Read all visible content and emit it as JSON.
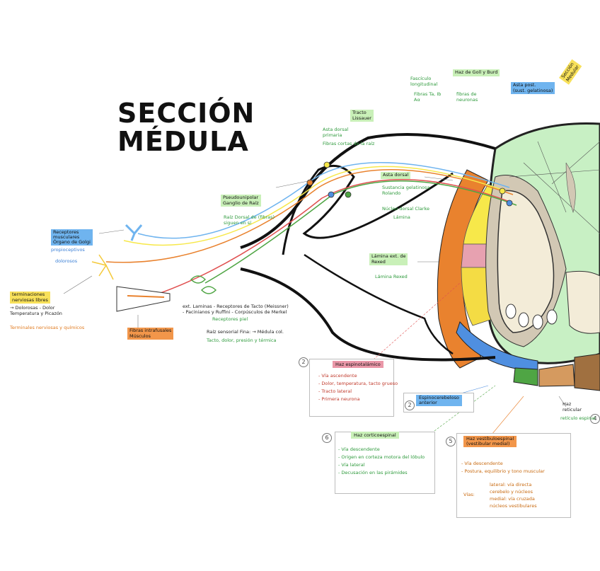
{
  "title": {
    "line1": "SECCIÓN",
    "line2": "MÉDULA"
  },
  "colors": {
    "white_matter": "#c8f0c4",
    "posterior_horn": "#f3ecd8",
    "gray_band": "#d2c8b4",
    "orange_tract": "#e9822e",
    "yellow_tract": "#f7e84a",
    "pink_tract": "#e7a1b0",
    "blue_tract": "#4f8fe0",
    "green_tract": "#4fa544",
    "brown_tract": "#a07040",
    "tan_tract": "#d59a5f",
    "label_blue": "#6fb4ef",
    "label_yellow": "#f8e15a",
    "label_orange": "#f2964a",
    "label_green": "#c9f0b8",
    "label_pink": "#ea97a8"
  },
  "left_labels": {
    "receptor_blue": [
      "Receptores",
      "musculares",
      "Órgano de Golgi"
    ],
    "receptor_blue_sub": "propioceptivos",
    "receptor_blue_sub2": "dolorosos",
    "receptor_yellow": [
      "terminaciones",
      "nerviosas libres"
    ],
    "receptor_yellow_sub": [
      "→ Dolorosas - Dolor",
      "Temperatura y Picazón"
    ],
    "receptor_yellow_sub2": "Terminales nerviosas y químicos",
    "muscle_tag": [
      "Fibras intrafusales",
      "Músculos"
    ],
    "ganglion_tag": [
      "Pseudounipolar",
      "Ganglio de Raíz"
    ],
    "ganglion_sub": [
      "Raíz Dorsal de (fibras)",
      "siguen en sí"
    ],
    "tactile": [
      "ext. Laminas - Receptores de Tacto (Meissner)",
      "- Pacinianos y Ruffini - Corpúsculos de Merkel"
    ],
    "tactile_sub": "Receptores piel",
    "tactile2": "Raíz sensorial Fina: → Médula col.",
    "tactile2_sub": "Tacto, dolor, presión y térmica"
  },
  "top_labels": {
    "fasciculo": [
      "Fascículo",
      "longitudinal"
    ],
    "fasciculo_sub": [
      "Fibras Ta, Ib",
      "Aα"
    ],
    "fasc_box": "Haz de Goll y Burd",
    "red_cells": [
      "fibras de",
      "neuronas"
    ],
    "box_blue_top": [
      "Asta post.",
      "(sust. gelatinosa)"
    ],
    "box_yellow_top": [
      "Sección",
      "Medular"
    ],
    "lat_note": [
      "Tracto",
      "Lissauer"
    ]
  },
  "mid_labels": {
    "root_desc": [
      "Asta dorsal",
      "primaria"
    ],
    "root_sub": "Fibras cortas de la raíz",
    "asta_box": "Asta dorsal",
    "asta_sub": [
      "Sustancia gelatinosa",
      "Rolando"
    ],
    "asta_sub2": "Núcleo dorsal Clarke",
    "asta_sub3": "Lámina",
    "lateral_box": [
      "Lámina ext. de",
      "Rexed"
    ],
    "lateral_sub": "Lámina Rexed"
  },
  "boxes": {
    "box2": {
      "num": "2",
      "title": "Haz espinotalámico",
      "items": [
        "- Vía ascendente",
        "- Dolor, temperatura, tacto grueso",
        "- Tracto lateral",
        "- Primera neurona"
      ]
    },
    "box2b": {
      "num": "2",
      "title": [
        "Espinocerebeloso",
        "anterior"
      ]
    },
    "box6": {
      "num": "6",
      "title": "Haz corticoespinal",
      "items": [
        "- Vía descendente",
        "- Origen en corteza motora del lóbulo",
        "- Vía lateral",
        "- Decusación en las pirámides"
      ]
    },
    "box5": {
      "num": "5",
      "title": [
        "Haz vestíbuloespinal",
        "(vestibular medial)"
      ],
      "items": [
        "- Vía descendente",
        "- Postura, equilibrio y tono muscular"
      ],
      "sub_left": "Vías:",
      "sub_items": [
        "lateral: vía directa",
        "cerebelo y núcleos",
        "medial: vía cruzada",
        "núcleos vestibulares"
      ]
    },
    "box4": {
      "num": "4",
      "title": [
        "Haz",
        "reticular"
      ],
      "sub": [
        "retículo espinal"
      ]
    }
  }
}
